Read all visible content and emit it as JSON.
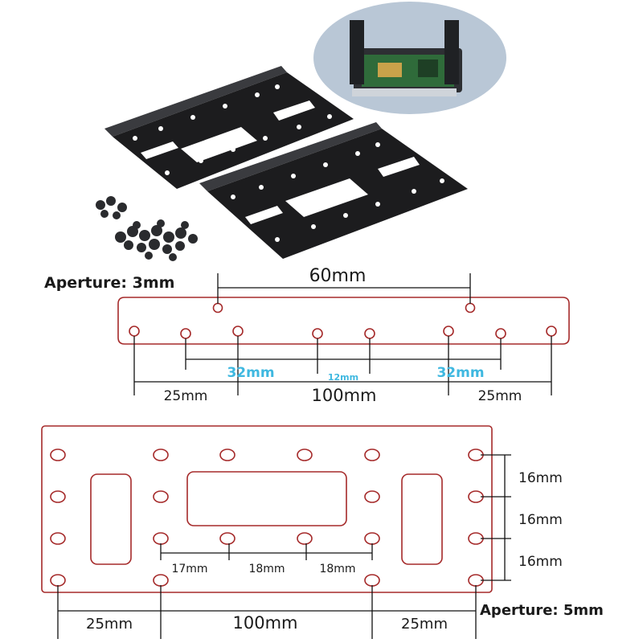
{
  "colors": {
    "outline": "#a52a2a",
    "dimension_line": "#111111",
    "highlight": "#3fb8e0",
    "bracket": "#1c1c1e",
    "photo_bg": "#b9c7d6"
  },
  "product_photo": {
    "contents": "two-black-perforated-mounting-brackets-with-screws",
    "inset_photo": "brackets-mounted-on-hard-drive-circuit-board"
  },
  "side_view": {
    "aperture_label": "Aperture: 3mm",
    "top_dim_label": "60mm",
    "inner_dim_left_label": "32mm",
    "inner_dim_mid_label": "12mm",
    "inner_dim_right_label": "32mm",
    "bottom_left_label": "25mm",
    "bottom_mid_label": "100mm",
    "bottom_right_label": "25mm"
  },
  "face_view": {
    "row_spacing_1": "16mm",
    "row_spacing_2": "16mm",
    "row_spacing_3": "16mm",
    "inner_dim_1": "17mm",
    "inner_dim_2": "18mm",
    "inner_dim_3": "18mm",
    "bottom_left_label": "25mm",
    "bottom_mid_label": "100mm",
    "bottom_right_label": "25mm",
    "aperture_label": "Aperture: 5mm"
  }
}
